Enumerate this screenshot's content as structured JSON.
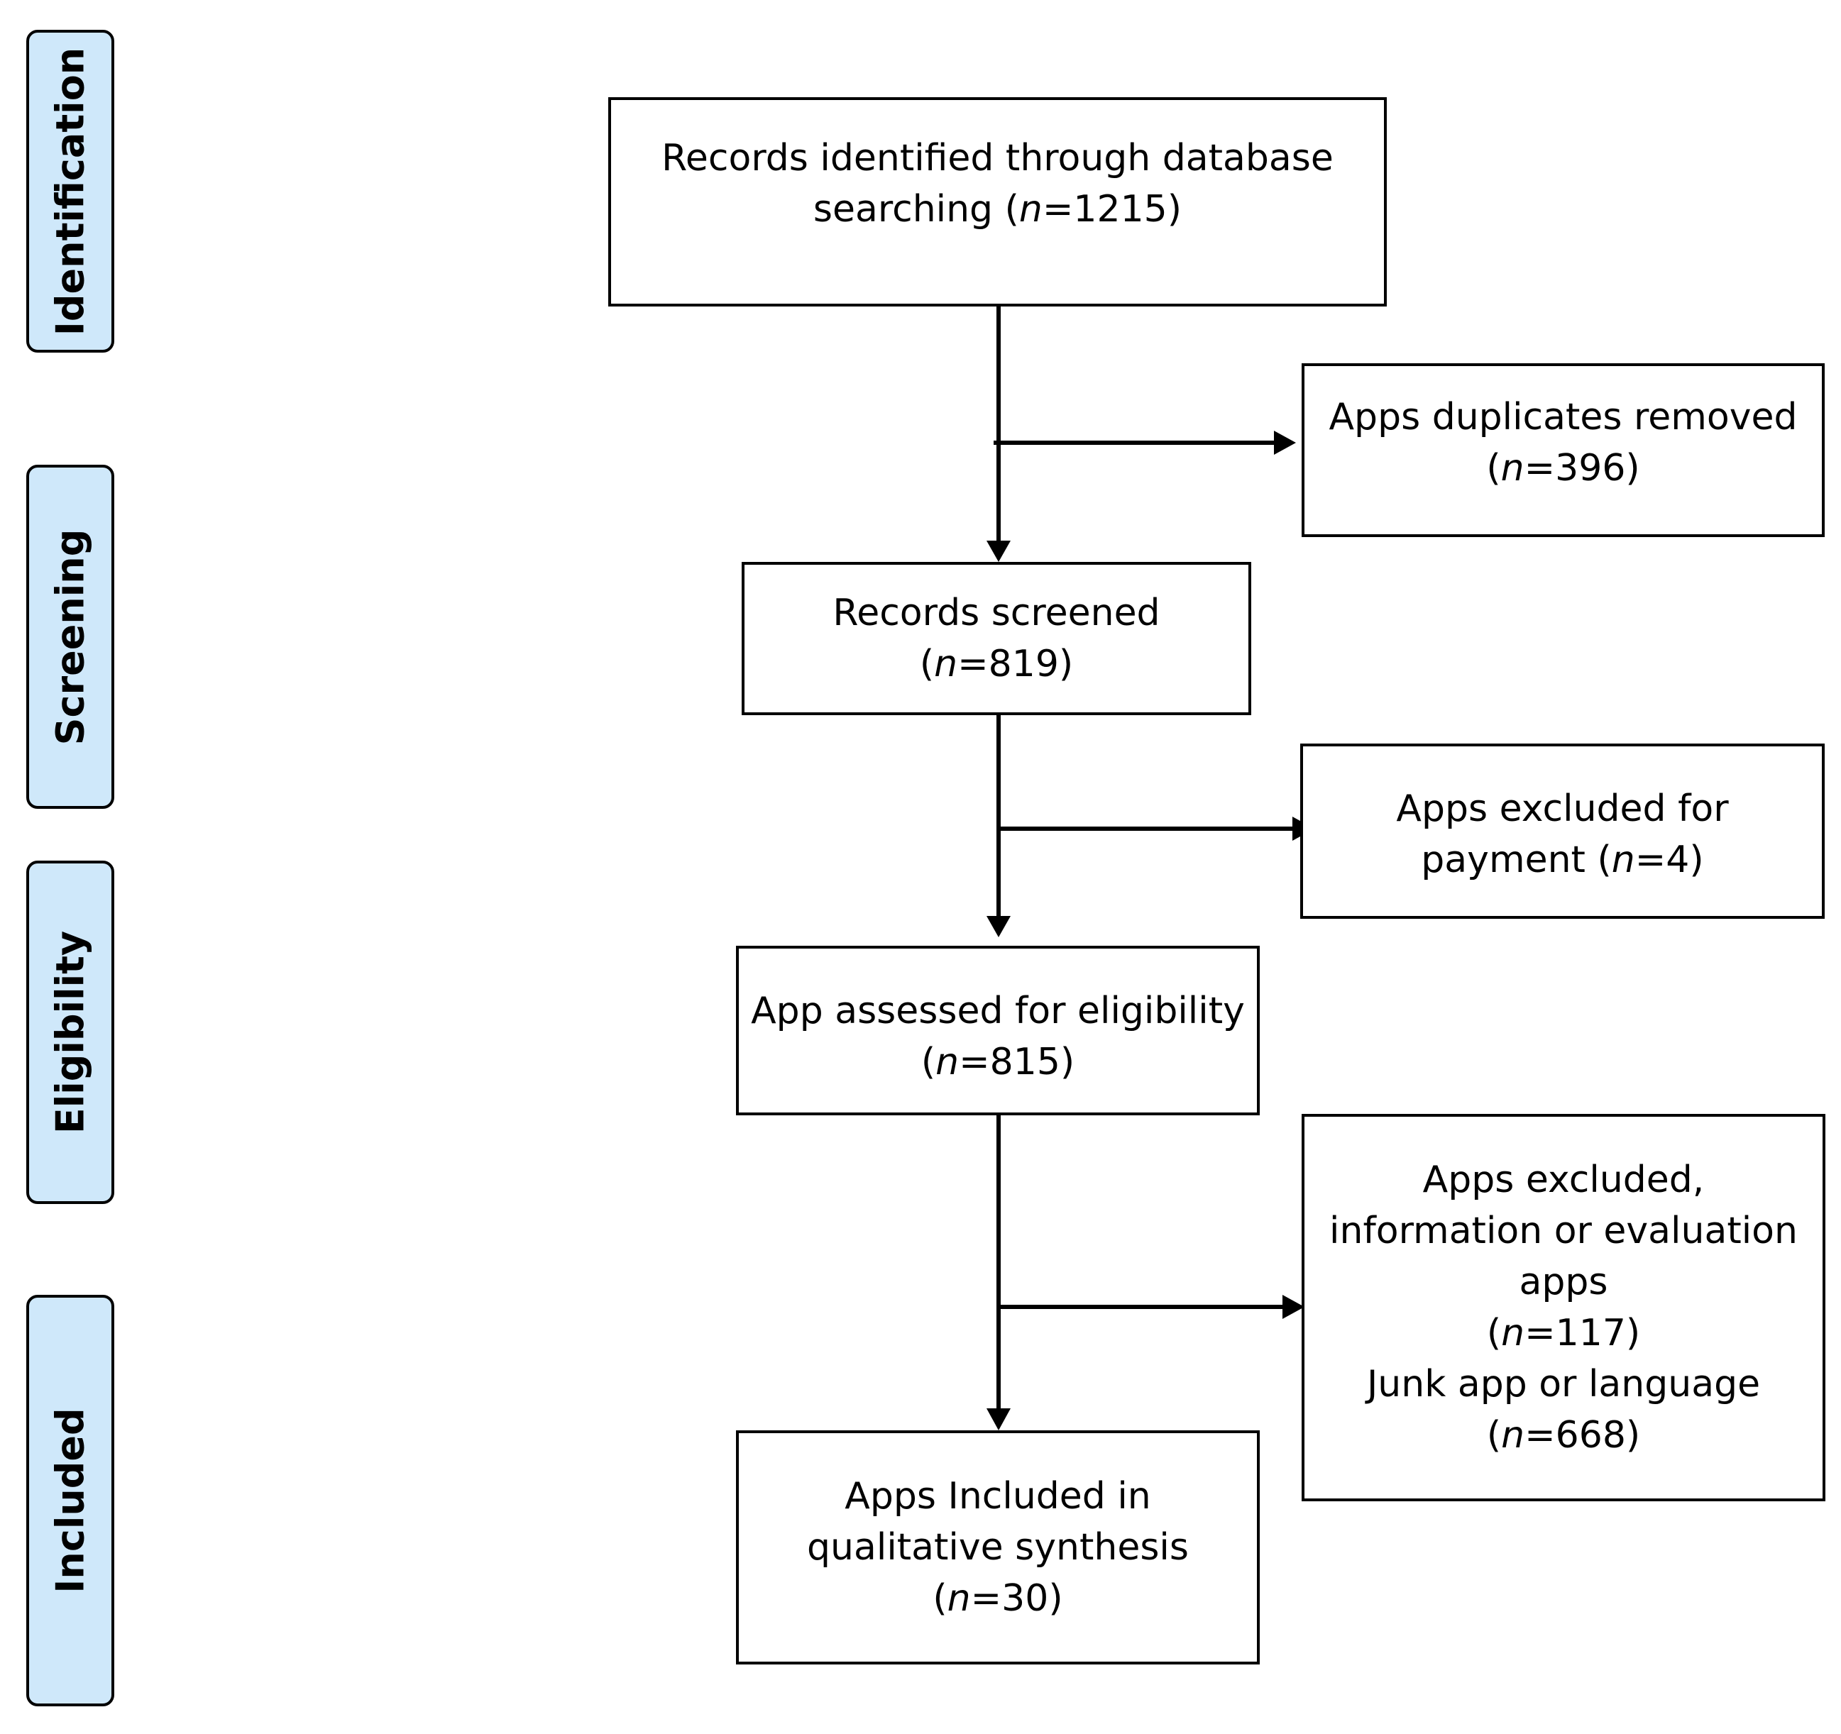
{
  "phases": {
    "identification": "Identification",
    "screening": "Screening",
    "eligibility": "Eligibility",
    "included": "Included"
  },
  "boxes": {
    "records_identified": {
      "line1": "Records identified through database",
      "line2_pre": "searching (",
      "n_symbol": "n",
      "line2_post": "=1215)"
    },
    "duplicates_removed": {
      "line1": "Apps duplicates removed",
      "line2_pre": "(",
      "n_symbol": "n",
      "line2_post": "=396)"
    },
    "records_screened": {
      "line1": "Records screened",
      "line2_pre": "(",
      "n_symbol": "n",
      "line2_post": "=819)"
    },
    "excluded_payment": {
      "line1": "Apps excluded for",
      "line2_pre": "payment (",
      "n_symbol": "n",
      "line2_post": "=4)"
    },
    "assessed_eligibility": {
      "line1": "App assessed for eligibility",
      "line2_pre": "(",
      "n_symbol": "n",
      "line2_post": "=815)"
    },
    "excluded_info": {
      "line1": "Apps excluded,",
      "line2": "information or evaluation",
      "line3": "apps",
      "line4_pre": "(",
      "n_symbol_a": "n",
      "line4_post": "=117)",
      "line5": "Junk app or language",
      "line6_pre": "(",
      "n_symbol_b": "n",
      "line6_post": "=668)"
    },
    "included_synthesis": {
      "line1": "Apps Included in",
      "line2": "qualitative synthesis",
      "line3_pre": "(",
      "n_symbol": "n",
      "line3_post": "=30)"
    }
  }
}
